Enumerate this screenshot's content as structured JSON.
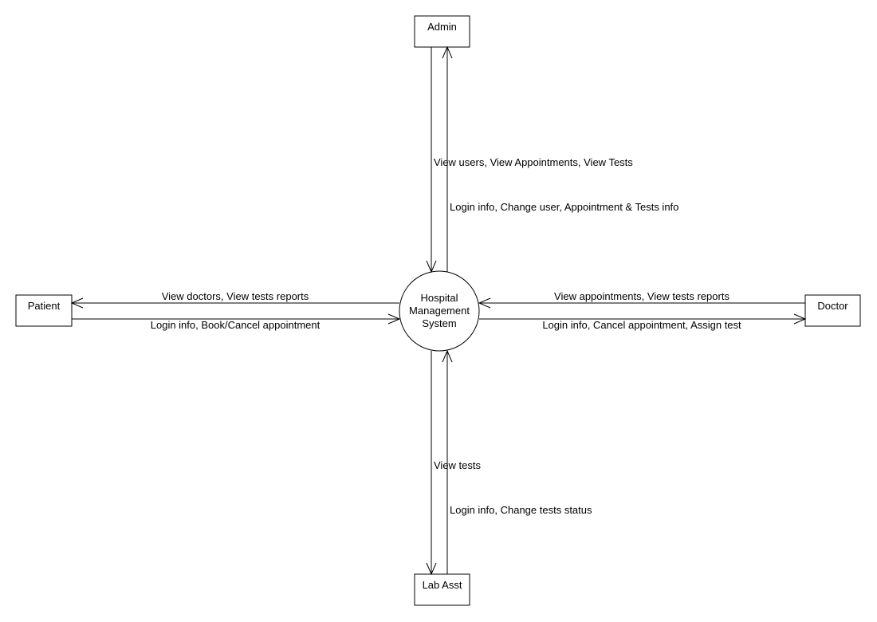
{
  "diagram": {
    "process": {
      "lines": [
        "Hospital",
        "Management",
        "System"
      ]
    },
    "entities": {
      "admin": "Admin",
      "patient": "Patient",
      "doctor": "Doctor",
      "lab_asst": "Lab Asst"
    },
    "flows": {
      "admin_out": "View users, View Appointments, View Tests",
      "admin_in": "Login info, Change user, Appointment & Tests info",
      "patient_out": "View doctors, View tests reports",
      "patient_in": "Login info, Book/Cancel appointment",
      "doctor_out": "View appointments, View tests reports",
      "doctor_in": "Login info, Cancel appointment, Assign test",
      "lab_out": "View tests",
      "lab_in": "Login info, Change tests status"
    }
  }
}
